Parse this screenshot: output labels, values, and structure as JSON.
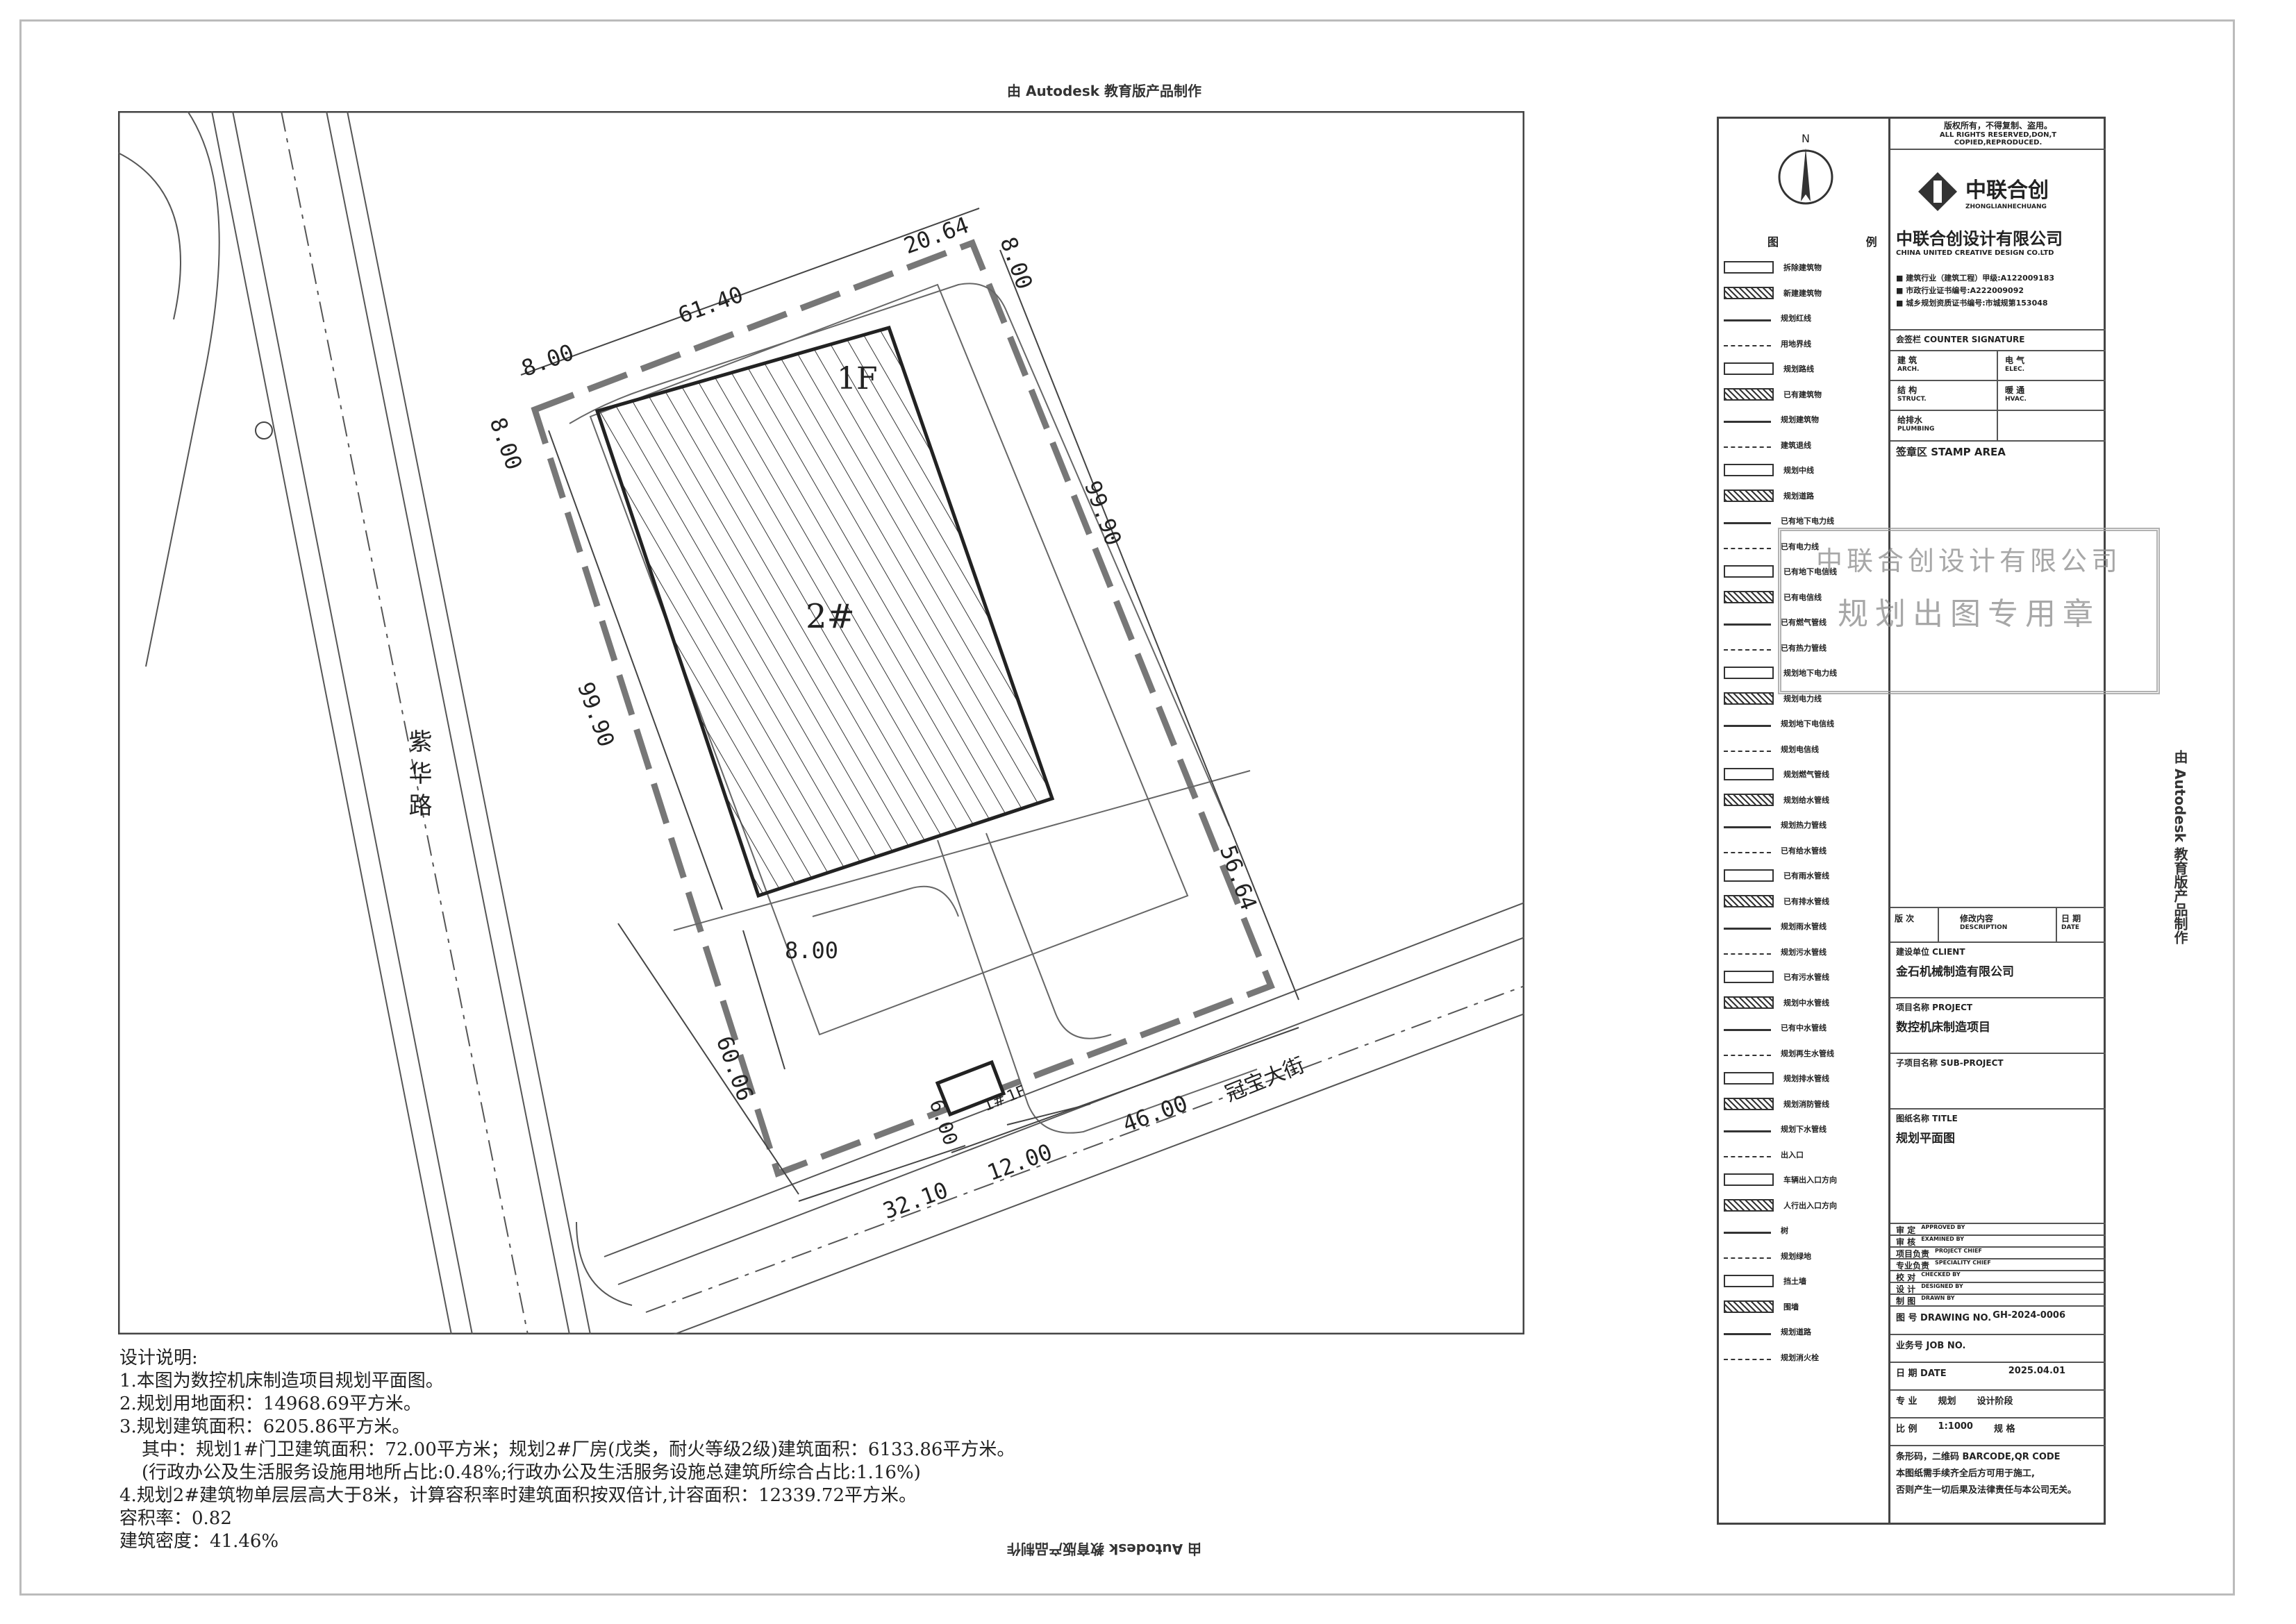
{
  "header": {
    "top_note": "由 Autodesk 教育版产品制作",
    "bottom_note": "由 Autodesk 教育版产品制作",
    "side_note": "由 Autodesk 教育版产品制作"
  },
  "plan": {
    "road_west": "紫华路",
    "road_south": "冠宝大街",
    "building_main": "2#",
    "building_main_floor": "1F",
    "building_gate": "1#",
    "building_gate_floor": "1F",
    "dimensions": {
      "top_left": "61.40",
      "top_right": "20.64",
      "top_offset_right": "8.00",
      "top_offset_left": "8.00",
      "left_offset": "8.00",
      "right_length": "99.90",
      "left_length": "99.90",
      "right_lower": "56.64",
      "lower_offset": "8.00",
      "left_lower": "60.06",
      "gate_size": "6.00",
      "gate_width": "12.00",
      "bottom_left": "32.10",
      "bottom_right": "46.00"
    },
    "north": "N"
  },
  "notes": {
    "title": "设计说明:",
    "lines": [
      "1.本图为数控机床制造项目规划平面图。",
      "2.规划用地面积：14968.69平方米。",
      "3.规划建筑面积：6205.86平方米。",
      "其中：规划1#门卫建筑面积：72.00平方米；规划2#厂房(戊类，耐火等级2级)建筑面积：6133.86平方米。",
      "(行政办公及生活服务设施用地所占比:0.48%;行政办公及生活服务设施总建筑所综合占比:1.16%)",
      "4.规划2#建筑物单层层高大于8米，计算容积率时建筑面积按双倍计,计容面积：12339.72平方米。",
      "容积率：0.82",
      "建筑密度：41.46%"
    ]
  },
  "legend": {
    "title": "图   例",
    "items": [
      "拆除建筑物",
      "新建建筑物",
      "规划红线",
      "用地界线",
      "规划路线",
      "已有建筑物",
      "规划建筑物",
      "建筑退线",
      "规划中线",
      "规划道路",
      "已有地下电力线",
      "已有电力线",
      "已有地下电信线",
      "已有电信线",
      "已有燃气管线",
      "已有热力管线",
      "规划地下电力线",
      "规划电力线",
      "规划地下电信线",
      "规划电信线",
      "规划燃气管线",
      "规划给水管线",
      "规划热力管线",
      "已有给水管线",
      "已有雨水管线",
      "已有排水管线",
      "规划雨水管线",
      "规划污水管线",
      "已有污水管线",
      "规划中水管线",
      "已有中水管线",
      "规划再生水管线",
      "规划排水管线",
      "规划消防管线",
      "规划下水管线",
      "出入口",
      "车辆出入口方向",
      "人行出入口方向",
      "树",
      "规划绿地",
      "挡土墙",
      "围墙",
      "规划道路",
      "规划消火栓"
    ]
  },
  "titleblock": {
    "rights": "版权所有，不得复制、盗用。",
    "rights_en": "ALL RIGHTS RESERVED,DON,T COPIED,REPRODUCED.",
    "logo_cn": "中联合创",
    "logo_en": "ZHONGLIANHECHUANG",
    "company_cn": "中联合创设计有限公司",
    "company_en": "CHINA UNITED CREATIVE DESIGN CO.LTD",
    "qualifications": [
      "■ 建筑行业（建筑工程）甲级:A122009183",
      "■ 市政行业证书编号:A222009092",
      "■ 城乡规划资质证书编号:市城规第153048"
    ],
    "counter_signature": "会签栏 COUNTER SIGNATURE",
    "arch": "建  筑",
    "arch_en": "ARCH.",
    "elec": "电  气",
    "elec_en": "ELEC.",
    "struct": "结  构",
    "struct_en": "STRUCT.",
    "hvac": "暖  通",
    "hvac_en": "HVAC.",
    "plumb": "给排水",
    "plumb_en": "PLUMBING",
    "stamp_area": "签章区 STAMP AREA",
    "rev_no": "版  次",
    "rev_desc": "修改内容",
    "rev_desc_en": "DESCRIPTION",
    "rev_date": "日  期",
    "rev_date_en": "DATE",
    "client_label": "建设单位 CLIENT",
    "client": "金石机械制造有限公司",
    "project_label": "项目名称 PROJECT",
    "project": "数控机床制造项目",
    "subproject_label": "子项目名称 SUB-PROJECT",
    "title_label": "图纸名称 TITLE",
    "title": "规划平面图",
    "roles": [
      {
        "cn": "审   定",
        "en": "APPROVED BY"
      },
      {
        "cn": "审   核",
        "en": "EXAMINED BY"
      },
      {
        "cn": "项目负责",
        "en": "PROJECT CHIEF"
      },
      {
        "cn": "专业负责",
        "en": "SPECIALITY CHIEF"
      },
      {
        "cn": "校   对",
        "en": "CHECKED BY"
      },
      {
        "cn": "设   计",
        "en": "DESIGNED BY"
      },
      {
        "cn": "制   图",
        "en": "DRAWN BY"
      }
    ],
    "drawing_no_label": "图  号 DRAWING NO.",
    "drawing_no": "GH-2024-0006",
    "job_no_label": "业务号 JOB NO.",
    "date_label": "日  期 DATE",
    "date": "2025.04.01",
    "discipline_label": "专  业",
    "discipline": "规划",
    "stage_label": "设计阶段",
    "scale_label": "比  例",
    "scale": "1:1000",
    "size_label": "规  格",
    "barcode": "条形码，二维码 BARCODE,QR CODE",
    "warn1": "本图纸需手续齐全后方可用于施工,",
    "warn2": "否则产生一切后果及法律责任与本公司无关。"
  },
  "stamp": {
    "line1": "中联合创设计有限公司",
    "line2": "规划出图专用章"
  },
  "colors": {
    "line": "#333333",
    "dash": "#777777",
    "stamp": "#8a8a8a"
  }
}
